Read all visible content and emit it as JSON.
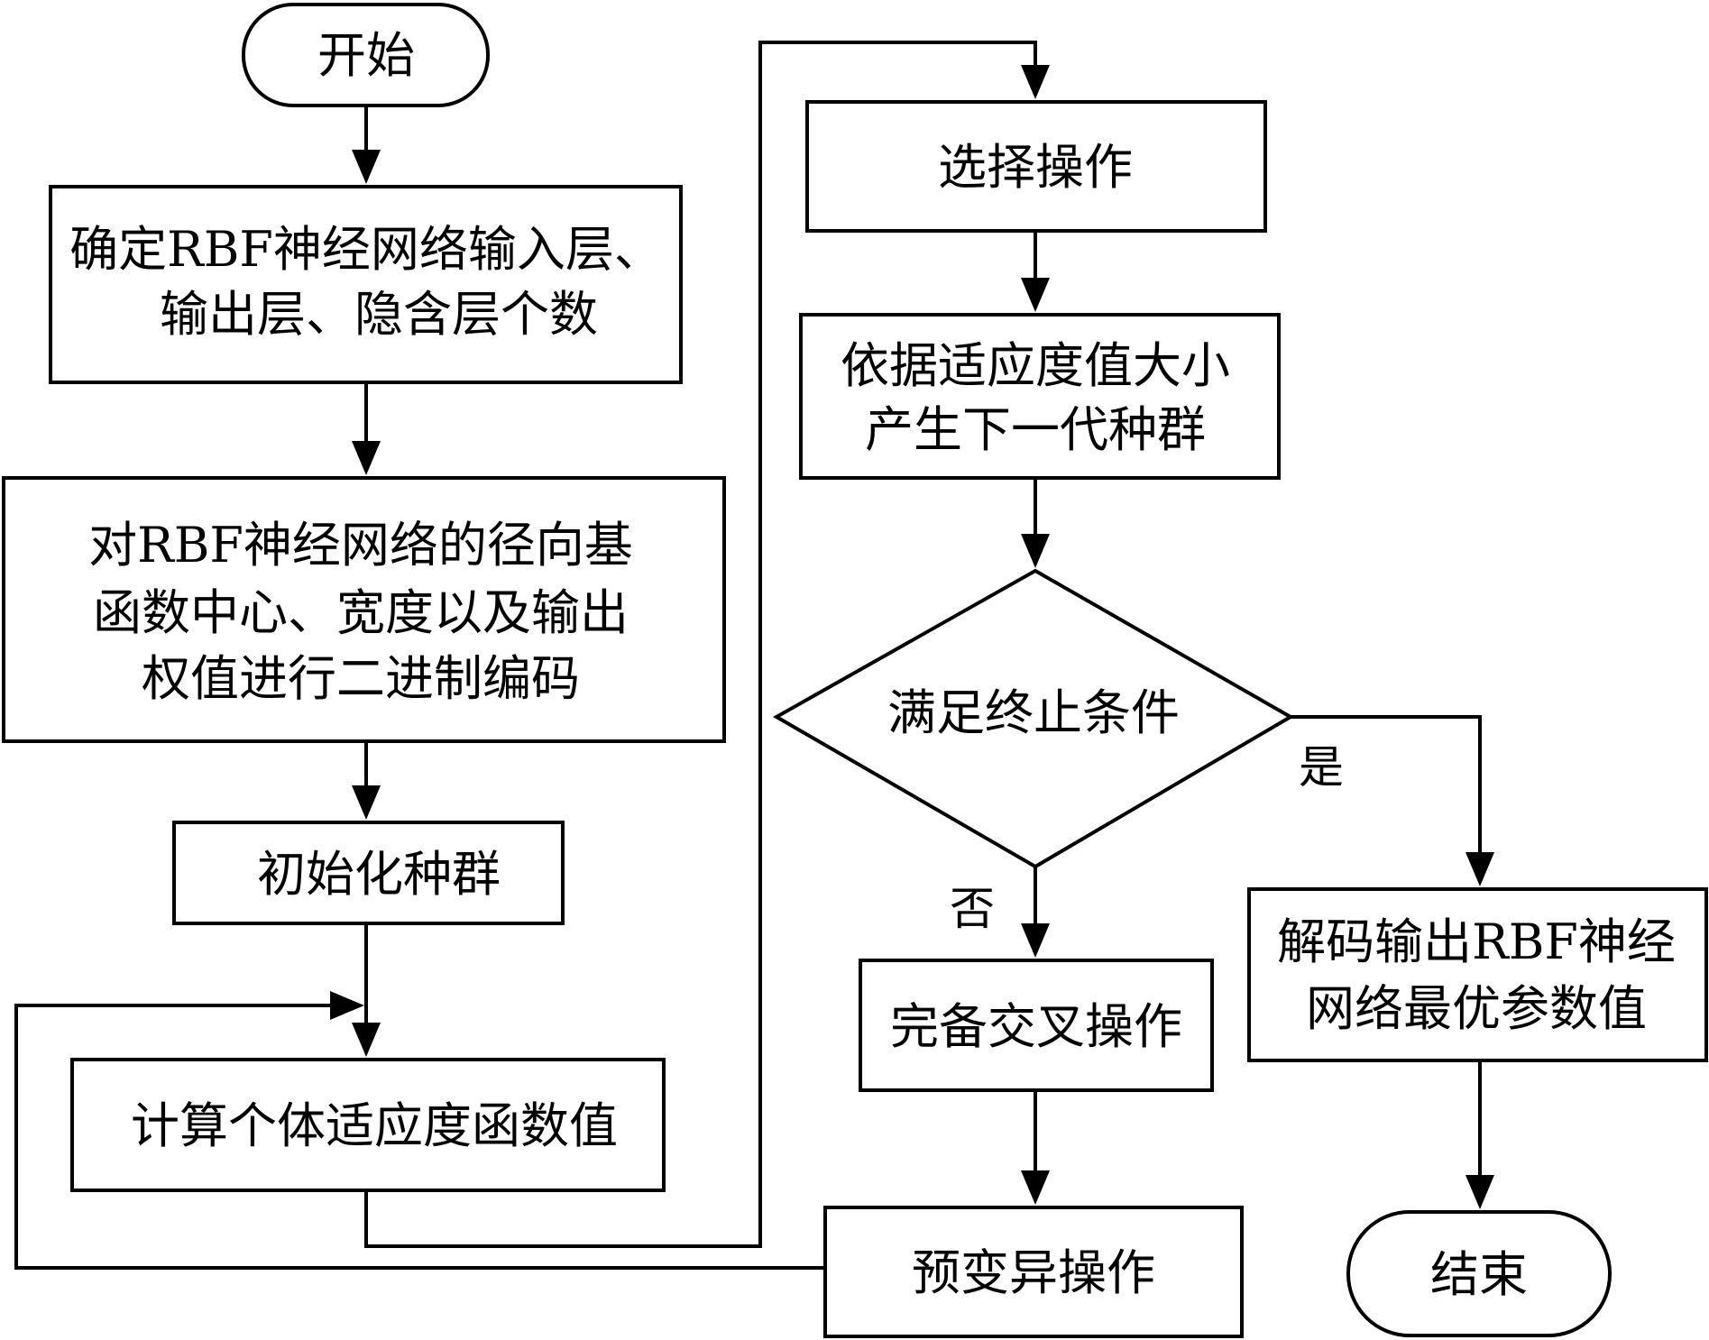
{
  "nodes": {
    "start": {
      "shape": "terminal",
      "lines": [
        "开始"
      ]
    },
    "determine_layers": {
      "shape": "process",
      "lines": [
        "确定RBF神经网络输入层、",
        "输出层、隐含层个数"
      ]
    },
    "encode_params": {
      "shape": "process",
      "lines": [
        "对RBF神经网络的径向基",
        "函数中心、宽度以及输出",
        "权值进行二进制编码"
      ]
    },
    "init_population": {
      "shape": "process",
      "lines": [
        "初始化种群"
      ]
    },
    "compute_fitness": {
      "shape": "process",
      "lines": [
        "计算个体适应度函数值"
      ]
    },
    "selection": {
      "shape": "process",
      "lines": [
        "选择操作"
      ]
    },
    "next_generation": {
      "shape": "process",
      "lines": [
        "依据适应度值大小",
        "产生下一代种群"
      ]
    },
    "termination_check": {
      "shape": "decision",
      "lines": [
        "满足终止条件"
      ]
    },
    "crossover": {
      "shape": "process",
      "lines": [
        "完备交叉操作"
      ]
    },
    "pre_mutation": {
      "shape": "process",
      "lines": [
        "预变异操作"
      ]
    },
    "decode_output": {
      "shape": "process",
      "lines": [
        "解码输出RBF神经",
        "网络最优参数值"
      ]
    },
    "end": {
      "shape": "terminal",
      "lines": [
        "结束"
      ]
    }
  },
  "edges": [
    {
      "from": "start",
      "to": "determine_layers"
    },
    {
      "from": "determine_layers",
      "to": "encode_params"
    },
    {
      "from": "encode_params",
      "to": "init_population"
    },
    {
      "from": "init_population",
      "to": "compute_fitness"
    },
    {
      "from": "compute_fitness",
      "to": "selection"
    },
    {
      "from": "selection",
      "to": "next_generation"
    },
    {
      "from": "next_generation",
      "to": "termination_check"
    },
    {
      "from": "termination_check",
      "to": "crossover",
      "label": "否"
    },
    {
      "from": "termination_check",
      "to": "decode_output",
      "label": "是"
    },
    {
      "from": "crossover",
      "to": "pre_mutation"
    },
    {
      "from": "pre_mutation",
      "to": "compute_fitness"
    },
    {
      "from": "decode_output",
      "to": "end"
    }
  ]
}
